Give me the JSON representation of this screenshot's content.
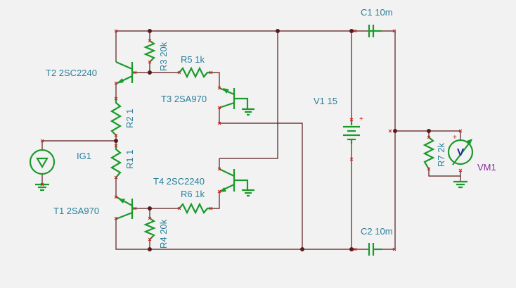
{
  "labels": {
    "t2": "T2 2SC2240",
    "t3": "T3 2SA970",
    "t4": "T4 2SC2240",
    "t1": "T1 2SA970",
    "r3": "R3 20k",
    "r4": "R4 20k",
    "r5": "R5 1k",
    "r6": "R6 1k",
    "r1": "R1 1",
    "r2": "R2 1",
    "r7": "R7 2k",
    "ig1": "IG1",
    "v1": "V1 15",
    "c1": "C1 10m",
    "c2": "C2 10m",
    "vm1": "VM1",
    "v1_plus": "+",
    "vm1_plus": "+",
    "vm1_symbol": "V"
  },
  "colors": {
    "background": "#f2f2f2",
    "wire": "#5a1a1a",
    "component": "#1a9a2a",
    "label": "#2a7f9a",
    "meter_label": "#8a2a9a",
    "pin_marker": "#d02020"
  }
}
